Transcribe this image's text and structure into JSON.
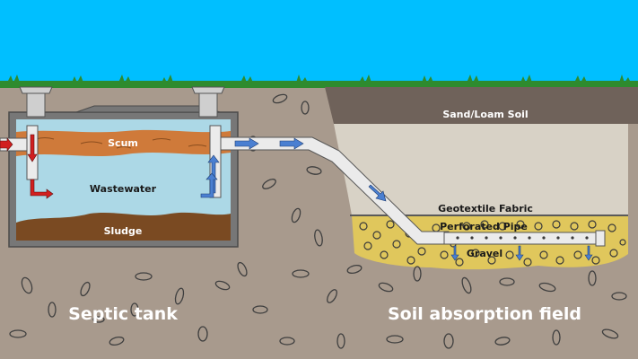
{
  "labels": {
    "scum": "Scum",
    "wastewater": "Wastewater",
    "sludge": "Sludge",
    "sand_loam_soil": "Sand/Loam Soil",
    "geotextile_fabric": "Geotextile Fabric",
    "perforated_pipe": "Perforated Pipe",
    "gravel": "Gravel",
    "septic_tank": "Septic tank",
    "soil_absorption_field": "Soil absorption field"
  },
  "colors": {
    "sky": "#00bfff",
    "grass": "#2e8b2e",
    "soil": "#a89a8d",
    "topsoil": "#6f625a",
    "sand": "#d8d2c6",
    "gravel": "#e0c75c",
    "tank_wall": "#777777",
    "scum": "#cf7a3a",
    "wastewater": "#acd8e6",
    "sludge": "#7a4a22",
    "pipe": "#ebebeb",
    "flow_arrow": "#4a7fd1",
    "inflow_arrow": "#d11f1f"
  }
}
